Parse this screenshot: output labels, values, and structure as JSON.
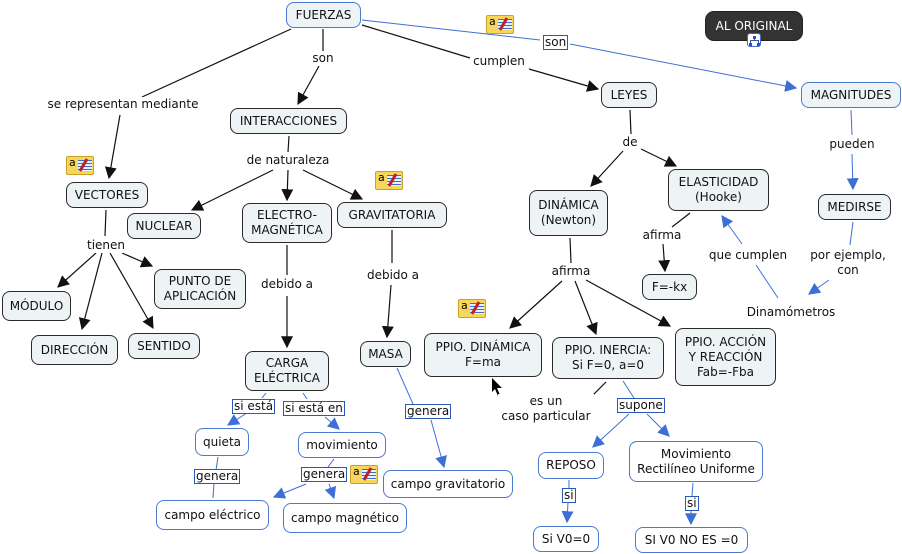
{
  "title": "FUERZAS concept map",
  "colors": {
    "black_link": "#111111",
    "blue_link": "#3d6fd6",
    "node_fill": "#eef3f6",
    "dark_button": "#333333",
    "note_yellow": "#f7d65a"
  },
  "nodes": {
    "fuerzas": "FUERZAS",
    "interacciones": "INTERACCIONES",
    "vectores": "VECTORES",
    "nuclear": "NUCLEAR",
    "electromagnetica": "ELECTRO-\nMAGNÉTICA",
    "gravitatoria": "GRAVITATORIA",
    "modulo": "MÓDULO",
    "direccion": "DIRECCIÓN",
    "sentido": "SENTIDO",
    "punto_aplicacion": "PUNTO DE\nAPLICACIÓN",
    "carga_electrica": "CARGA\nELÉCTRICA",
    "masa": "MASA",
    "quieta": "quieta",
    "movimiento": "movimiento",
    "campo_electrico": "campo eléctrico",
    "campo_magnetico": "campo magnético",
    "campo_gravitatorio": "campo gravitatorio",
    "leyes": "LEYES",
    "dinamica": "DINÁMICA\n(Newton)",
    "elasticidad": "ELASTICIDAD\n(Hooke)",
    "f_kx": "F=-kx",
    "ppio_dinamica": "PPIO. DINÁMICA\nF=ma",
    "ppio_inercia": "PPIO. INERCIA:\nSi F=0, a=0",
    "ppio_accion": "PPIO. ACCIÓN\nY REACCIÓN\nFab=-Fba",
    "reposo": "REPOSO",
    "mru": "Movimiento\nRectilíneo Uniforme",
    "si_v0_0": "Si V0=0",
    "si_v0_no": "SI V0 NO ES =0",
    "magnitudes": "MAGNITUDES",
    "medirse": "MEDIRSE",
    "dinamometros": "Dinamómetros",
    "al_original": "AL ORIGINAL"
  },
  "links": {
    "son_1": "son",
    "se_representan": "se representan mediante",
    "cumplen": "cumplen",
    "son_2": "son",
    "de_naturaleza": "de naturaleza",
    "tienen": "tienen",
    "debido_a_1": "debido a",
    "debido_a_2": "debido a",
    "si_esta": "si está",
    "si_esta_en": "si está en",
    "genera_1": "genera",
    "genera_2": "genera",
    "genera_3": "genera",
    "de": "de",
    "afirma_1": "afirma",
    "afirma_2": "afirma",
    "que_cumplen": "que cumplen",
    "pueden": "pueden",
    "por_ejemplo": "por ejemplo,\ncon",
    "es_un_caso": "es un\ncaso particular",
    "supone": "supone",
    "si_1": "si",
    "si_2": "si"
  },
  "icons": {
    "note_icon": "annotation-note",
    "map_icon": "concept-map-link"
  }
}
